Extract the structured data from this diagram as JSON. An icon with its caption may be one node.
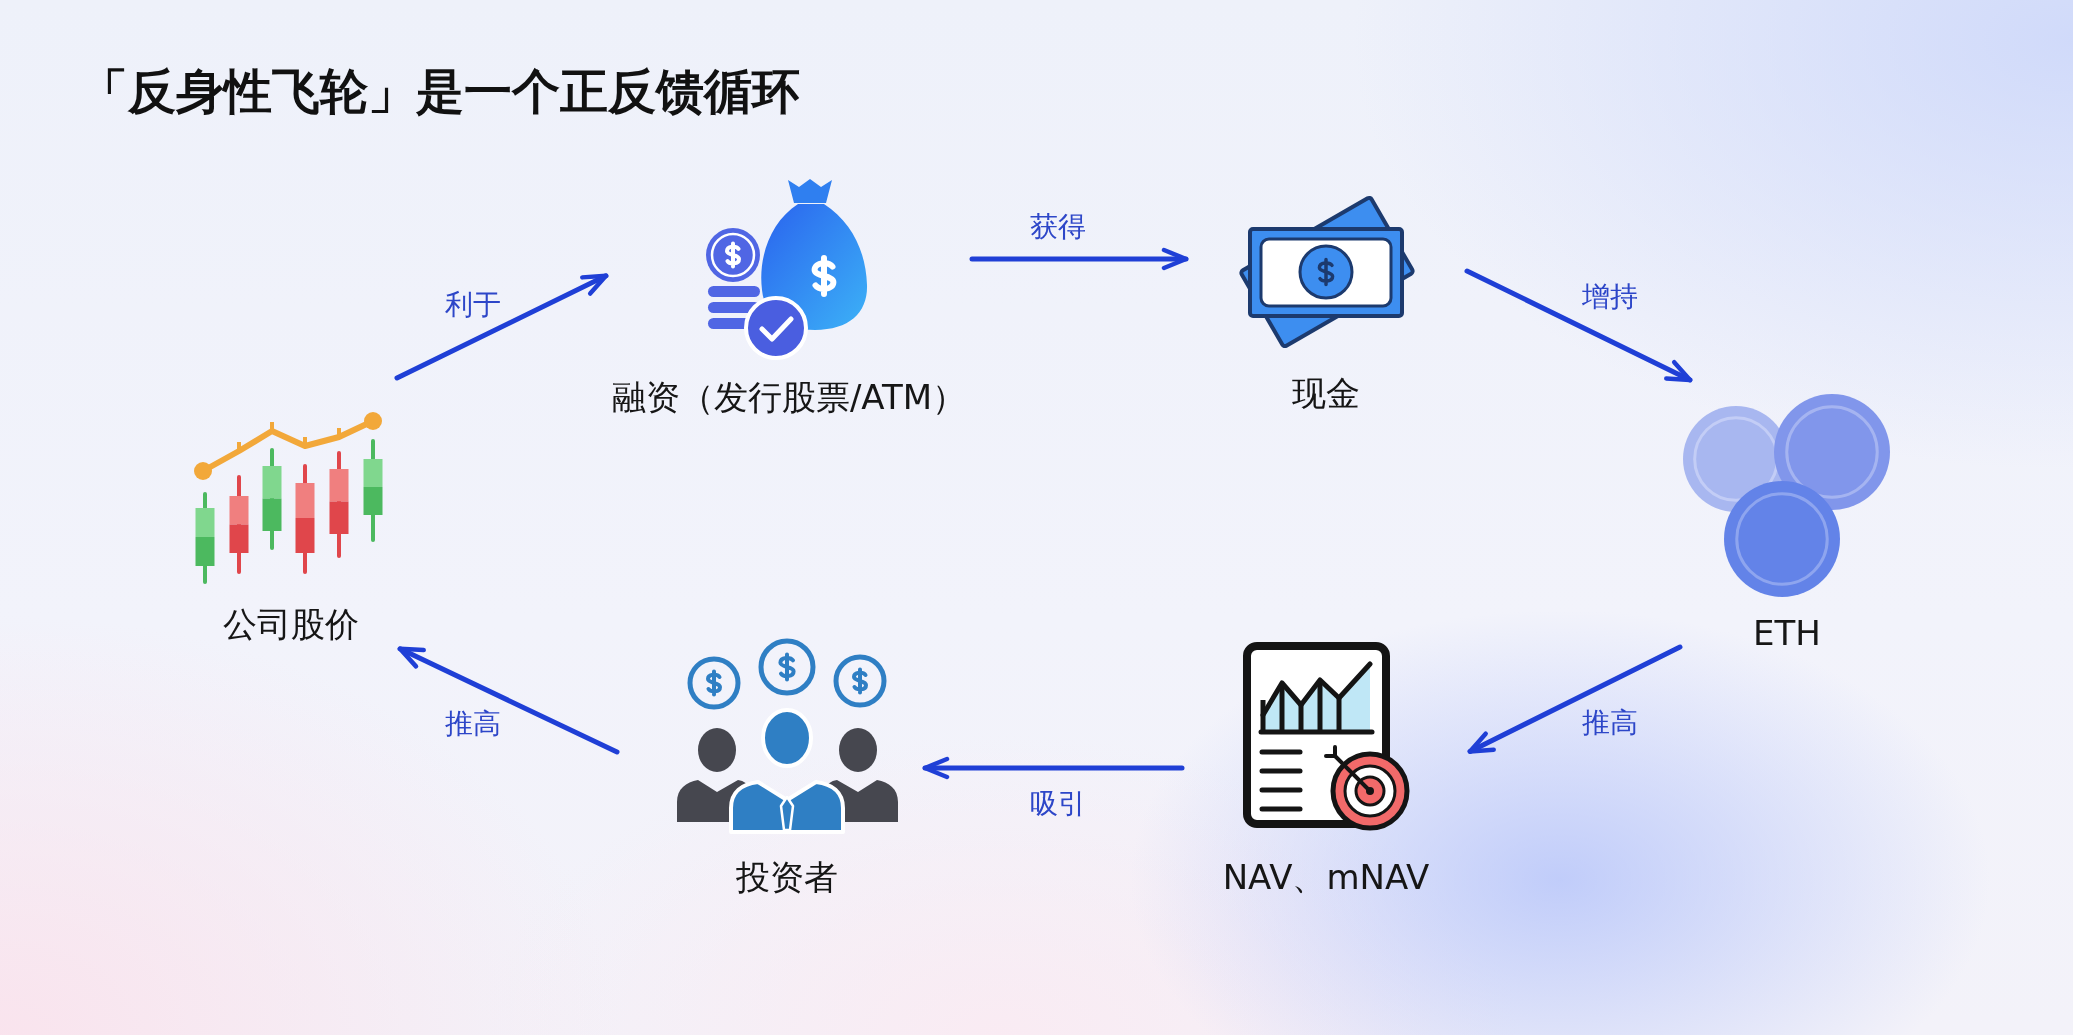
{
  "diagram": {
    "title": "「反身性飞轮」是一个正反馈循环",
    "nodes": [
      {
        "text": [
          "公司股价"
        ]
      },
      {
        "text": [
          "融资（发行股票/ATM）"
        ]
      },
      {
        "text": [
          "现金"
        ]
      },
      {
        "text": [
          "ETH"
        ]
      },
      {
        "text": [
          "NAV、mNAV"
        ]
      },
      {
        "text": [
          "投资者"
        ]
      }
    ],
    "edges": [
      {
        "from": 0,
        "to": 1,
        "arrow": "to",
        "label": "利于"
      },
      {
        "from": 1,
        "to": 2,
        "arrow": "to",
        "label": "获得"
      },
      {
        "from": 2,
        "to": 3,
        "arrow": "to",
        "label": "增持"
      },
      {
        "from": 3,
        "to": 4,
        "arrow": "to",
        "label": "推高"
      },
      {
        "from": 4,
        "to": 5,
        "arrow": "to",
        "label": "吸引"
      },
      {
        "from": 5,
        "to": 0,
        "arrow": "to",
        "label": "推高"
      }
    ]
  }
}
